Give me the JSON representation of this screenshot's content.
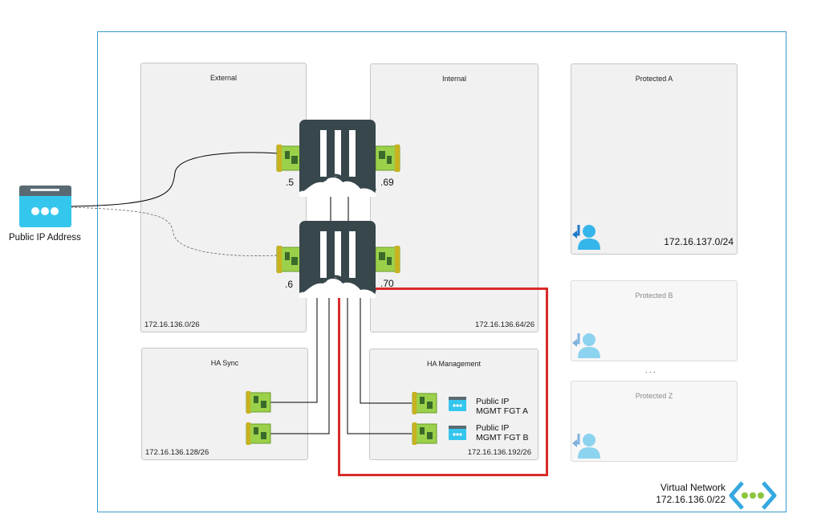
{
  "public_ip": {
    "label": "Public IP Address"
  },
  "subnets": {
    "external": {
      "title": "External",
      "cidr": "172.16.136.0/26"
    },
    "internal": {
      "title": "Internal",
      "cidr": "172.16.136.64/26"
    },
    "ha_sync": {
      "title": "HA Sync",
      "cidr": "172.16.136.128/26"
    },
    "ha_management": {
      "title": "HA Management",
      "cidr": "172.16.136.192/26"
    },
    "protected_a": {
      "title": "Protected A",
      "cidr": "172.16.137.0/24"
    },
    "protected_b": {
      "title": "Protected B"
    },
    "protected_z": {
      "title": "Protected Z"
    }
  },
  "ellipsis": ". . .",
  "firewalls": {
    "a": {
      "ext_ip": ".5",
      "int_ip": ".69"
    },
    "b": {
      "ext_ip": ".6",
      "int_ip": ".70"
    }
  },
  "mgmt_public_ips": [
    {
      "line1": "Public IP",
      "line2": "MGMT FGT A"
    },
    {
      "line1": "Public IP",
      "line2": "MGMT FGT B"
    }
  ],
  "vnet": {
    "label": "Virtual Network",
    "cidr": "172.16.136.0/22"
  },
  "colors": {
    "highlight": "#d92b2b",
    "vnet_border": "#3a9ac9",
    "fortigate": "#37474b",
    "nic_green": "#8cc63f",
    "azure_blue": "#35c6ee"
  }
}
